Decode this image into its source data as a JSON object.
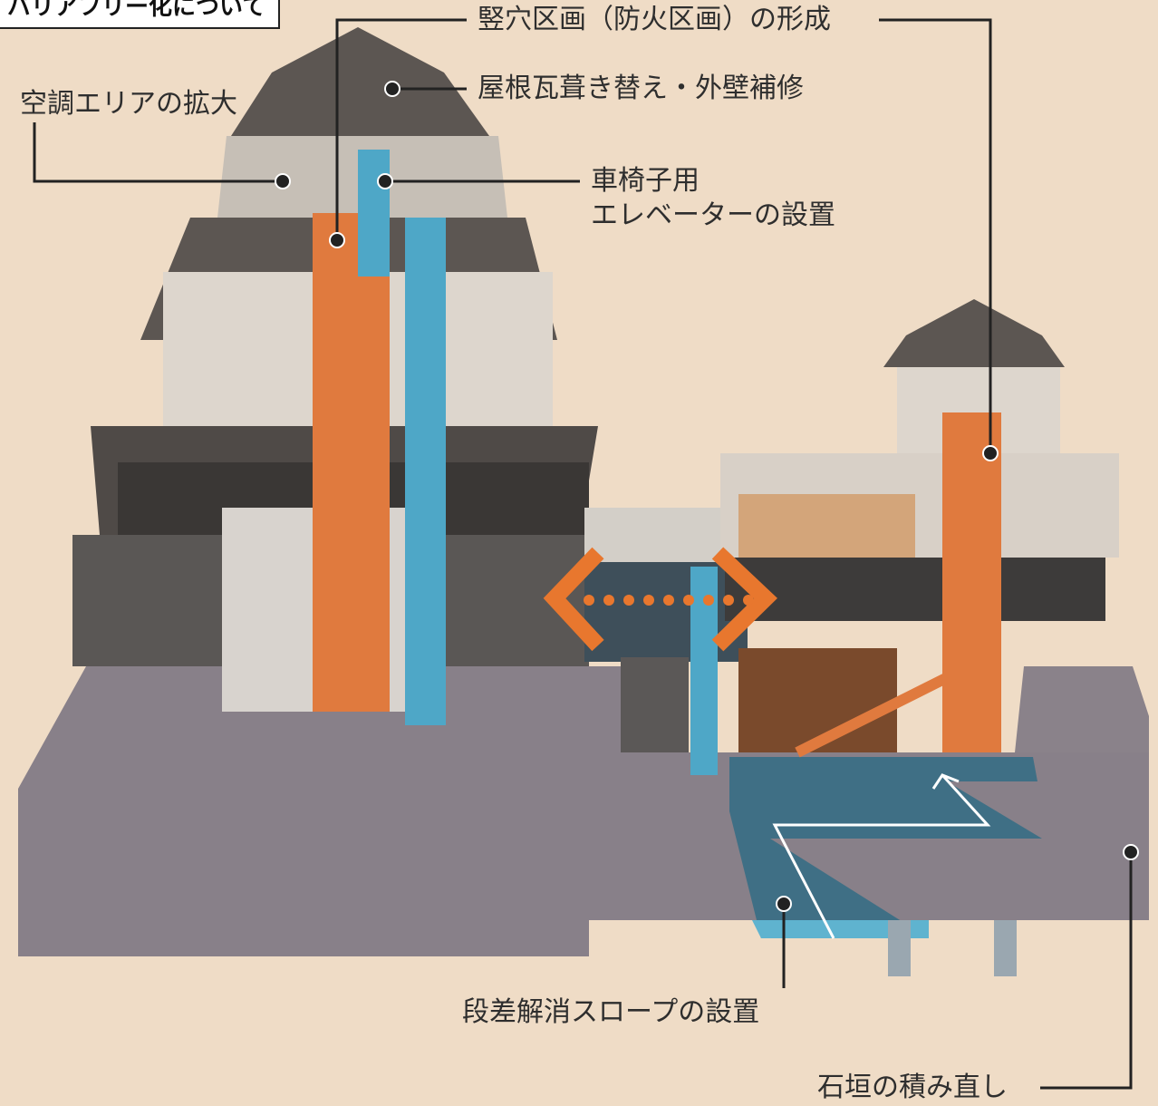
{
  "page": {
    "title": "バリアフリー化について"
  },
  "labels": {
    "vertical_partition": "竪穴区画（防火区画）の形成",
    "roof_repair": "屋根瓦葺き替え・外壁補修",
    "aircon": "空調エリアの拡大",
    "elevator_line1": "車椅子用",
    "elevator_line2": "エレベーターの設置",
    "slope": "段差解消スロープの設置",
    "stone_wall": "石垣の積み直し"
  },
  "colors": {
    "background": "#efdcc6",
    "fire_compartment": "#e07a3e",
    "elevator": "#4ea7c7",
    "stone_base": "#888089",
    "castle_body": "#cfc9c2",
    "leader_line": "#222222"
  }
}
